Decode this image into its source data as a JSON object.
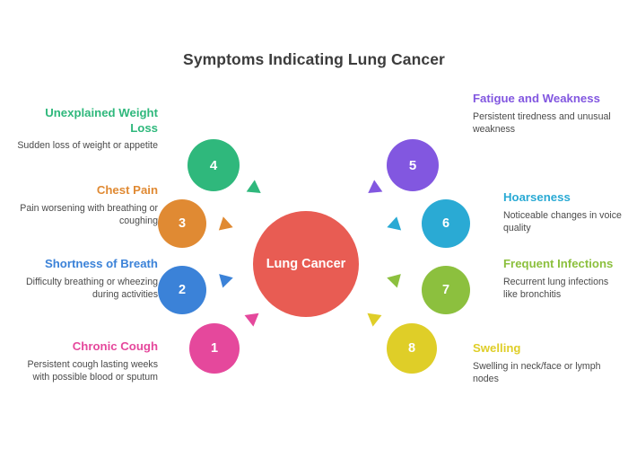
{
  "title": "Symptoms Indicating Lung Cancer",
  "center": {
    "label": "Lung Cancer",
    "color": "#e85c53"
  },
  "items": [
    {
      "number": "1",
      "heading": "Chronic Cough",
      "desc": "Persistent cough lasting weeks with possible blood or sputum",
      "color": "#e5489c",
      "side": "left"
    },
    {
      "number": "2",
      "heading": "Shortness of Breath",
      "desc": "Difficulty breathing or wheezing during activities",
      "color": "#3b82d8",
      "side": "left"
    },
    {
      "number": "3",
      "heading": "Chest Pain",
      "desc": "Pain worsening with breathing or coughing",
      "color": "#e08a33",
      "side": "left"
    },
    {
      "number": "4",
      "heading": "Unexplained Weight Loss",
      "desc": "Sudden loss of weight or appetite",
      "color": "#2fb87c",
      "side": "left"
    },
    {
      "number": "5",
      "heading": "Fatigue and Weakness",
      "desc": "Persistent tiredness and unusual weakness",
      "color": "#8257e0",
      "side": "right"
    },
    {
      "number": "6",
      "heading": "Hoarseness",
      "desc": "Noticeable changes in voice quality",
      "color": "#2aaad4",
      "side": "right"
    },
    {
      "number": "7",
      "heading": "Frequent Infections",
      "desc": "Recurrent lung infections like bronchitis",
      "color": "#8cc03e",
      "side": "right"
    },
    {
      "number": "8",
      "heading": "Swelling",
      "desc": "Swelling in neck/face or lymph nodes",
      "color": "#dfce28",
      "side": "right"
    }
  ]
}
